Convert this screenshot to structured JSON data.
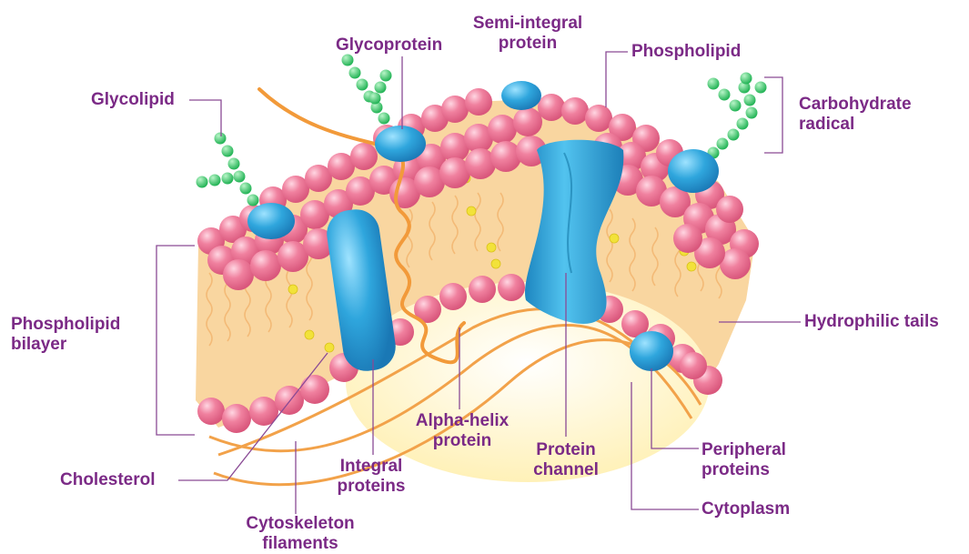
{
  "labels": {
    "glycolipid": "Glycolipid",
    "glycoprotein": "Glycoprotein",
    "semi_integral": [
      "Semi-integral",
      "protein"
    ],
    "phospholipid": "Phospholipid",
    "carbohydrate": [
      "Carbohydrate",
      "radical"
    ],
    "bilayer": [
      "Phospholipid",
      "bilayer"
    ],
    "hydrophilic_tails": "Hydrophilic tails",
    "cholesterol": "Cholesterol",
    "integral": [
      "Integral",
      "proteins"
    ],
    "alpha_helix": [
      "Alpha-helix",
      "protein"
    ],
    "channel": [
      "Protein",
      "channel"
    ],
    "peripheral": [
      "Peripheral",
      "proteins"
    ],
    "cytoplasm": "Cytoplasm",
    "cytoskeleton": [
      "Cytoskeleton",
      "filaments"
    ]
  },
  "colors": {
    "label_text": "#7b2a86",
    "leader_line": "#8a4a95",
    "phospholipid_head": "#f0819f",
    "tails": "#f6c98e",
    "protein": "#2fa6dd",
    "carbohydrate": "#3ccf6a",
    "filament": "#f29a3a",
    "cholesterol": "#f2e23a",
    "cytoplasm": "#fff7d0"
  }
}
